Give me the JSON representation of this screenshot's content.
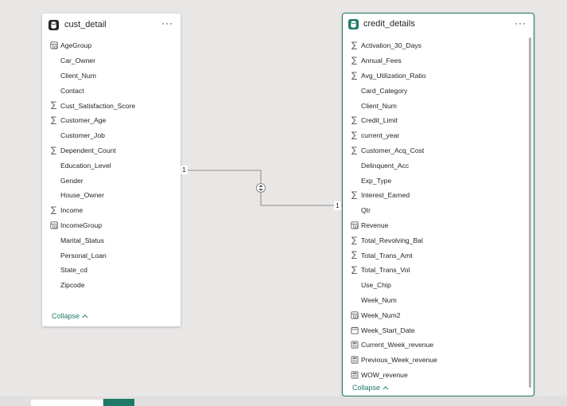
{
  "cust_detail": {
    "title": "cust_detail",
    "more": "···",
    "collapse": "Collapse",
    "fields": [
      {
        "name": "AgeGroup",
        "icon": "calculated-column-icon"
      },
      {
        "name": "Car_Owner",
        "icon": ""
      },
      {
        "name": "Client_Num",
        "icon": ""
      },
      {
        "name": "Contact",
        "icon": ""
      },
      {
        "name": "Cust_Satisfaction_Score",
        "icon": "sigma-icon"
      },
      {
        "name": "Customer_Age",
        "icon": "sigma-icon"
      },
      {
        "name": "Customer_Job",
        "icon": ""
      },
      {
        "name": "Dependent_Count",
        "icon": "sigma-icon"
      },
      {
        "name": "Education_Level",
        "icon": ""
      },
      {
        "name": "Gender",
        "icon": ""
      },
      {
        "name": "House_Owner",
        "icon": ""
      },
      {
        "name": "Income",
        "icon": "sigma-icon"
      },
      {
        "name": "IncomeGroup",
        "icon": "calculated-column-icon"
      },
      {
        "name": "Marital_Status",
        "icon": ""
      },
      {
        "name": "Personal_Loan",
        "icon": ""
      },
      {
        "name": "State_cd",
        "icon": ""
      },
      {
        "name": "Zipcode",
        "icon": ""
      }
    ]
  },
  "credit_details": {
    "title": "credit_details",
    "more": "···",
    "collapse": "Collapse",
    "fields": [
      {
        "name": "Activation_30_Days",
        "icon": "sigma-icon"
      },
      {
        "name": "Annual_Fees",
        "icon": "sigma-icon"
      },
      {
        "name": "Avg_Utilization_Ratio",
        "icon": "sigma-icon"
      },
      {
        "name": "Card_Category",
        "icon": ""
      },
      {
        "name": "Client_Num",
        "icon": ""
      },
      {
        "name": "Credit_Limit",
        "icon": "sigma-icon"
      },
      {
        "name": "current_year",
        "icon": "sigma-icon"
      },
      {
        "name": "Customer_Acq_Cost",
        "icon": "sigma-icon"
      },
      {
        "name": "Delinquent_Acc",
        "icon": ""
      },
      {
        "name": "Exp_Type",
        "icon": ""
      },
      {
        "name": "Interest_Earned",
        "icon": "sigma-icon"
      },
      {
        "name": "Qtr",
        "icon": ""
      },
      {
        "name": "Revenue",
        "icon": "calculated-column-icon"
      },
      {
        "name": "Total_Revolving_Bal",
        "icon": "sigma-icon"
      },
      {
        "name": "Total_Trans_Amt",
        "icon": "sigma-icon"
      },
      {
        "name": "Total_Trans_Vol",
        "icon": "sigma-icon"
      },
      {
        "name": "Use_Chip",
        "icon": ""
      },
      {
        "name": "Week_Num",
        "icon": ""
      },
      {
        "name": "Week_Num2",
        "icon": "calculated-column-icon"
      },
      {
        "name": "Week_Start_Date",
        "icon": "date-icon"
      },
      {
        "name": "Current_Week_revenue",
        "icon": "measure-icon"
      },
      {
        "name": "Previous_Week_revenue",
        "icon": "measure-icon"
      },
      {
        "name": "WOW_revenue",
        "icon": "measure-icon"
      }
    ]
  },
  "relationship": {
    "from_cardinality": "1",
    "to_cardinality": "1",
    "direction_icon": "bidirectional-filter-icon"
  },
  "colors": {
    "accent": "#1e7a66",
    "canvas": "#e8e7e6",
    "line": "#a19f9d"
  }
}
